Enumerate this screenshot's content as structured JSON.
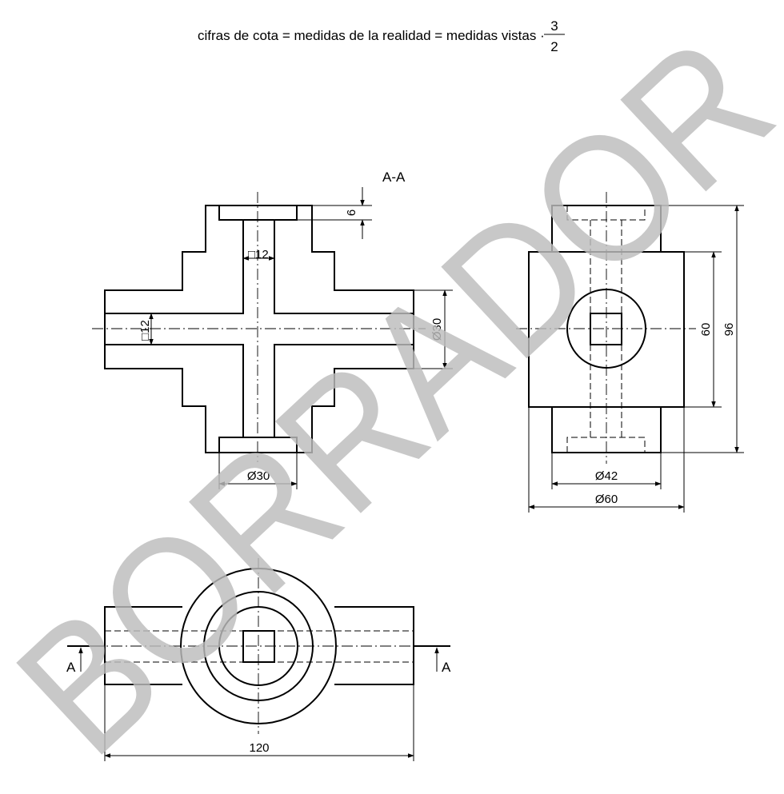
{
  "header": {
    "formula": "cifras de cota = medidas de la realidad = medidas vistas ·",
    "fraction_num": "3",
    "fraction_den": "2"
  },
  "section": {
    "title": "A-A",
    "dims": {
      "d_top": "6",
      "sq_vertical": "□12",
      "sq_horizontal": "□12",
      "dia_arm": "Ø30",
      "dia_bottom": "Ø30"
    }
  },
  "side_view": {
    "dims": {
      "height_inner": "60",
      "height_total": "96",
      "dia_42": "Ø42",
      "dia_60": "Ø60"
    }
  },
  "top_view": {
    "dims": {
      "length": "120"
    },
    "cut_left": "A",
    "cut_right": "A"
  },
  "watermark": {
    "text": "BORRADOR",
    "color": "#bdbdbd"
  }
}
